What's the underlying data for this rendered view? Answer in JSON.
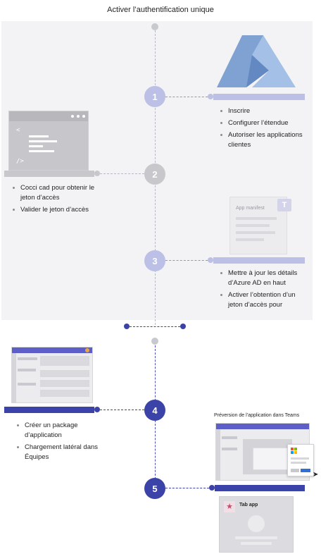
{
  "title": "Activer l’authentification unique",
  "steps": [
    {
      "number": "1",
      "items": [
        "Inscrire",
        "Configurer l’étendue",
        "Autoriser les applications clientes"
      ]
    },
    {
      "number": "2",
      "items": [
        "Cocci cad pour obtenir le jeton d’accès",
        "Valider le jeton d’accès"
      ]
    },
    {
      "number": "3",
      "items": [
        "Mettre à jour les détails d’Azure AD en haut",
        "Activer l’obtention d’un jeton d’accès pour"
      ]
    },
    {
      "number": "4",
      "items": [
        "Créer un package d’application",
        "Chargement latéral dans Équipes"
      ]
    },
    {
      "number": "5",
      "items": []
    }
  ],
  "app_manifest_label": "App manifest",
  "teams_tab_label": "Tab app",
  "preview_caption": "Préversion de l’application dans Teams",
  "colors": {
    "light_step": "#bcc0e6",
    "gray_step": "#c8c8cc",
    "dark_step": "#3b43a8",
    "panel": "#f3f3f5"
  }
}
